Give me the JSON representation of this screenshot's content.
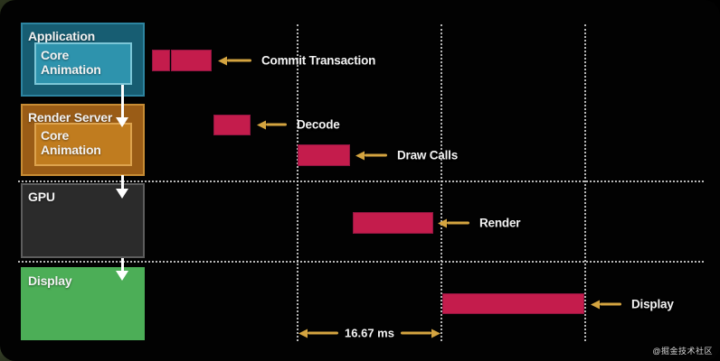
{
  "slide": {
    "watermark": "@掘金技术社区",
    "colors": {
      "background": "#020202",
      "bar": "#c41c4c",
      "annotation_arrow": "#d4a440",
      "gridline": "#d7d7d7",
      "text": "#f2f2f2"
    }
  },
  "stages": [
    {
      "label": "Application",
      "inner_label": "Core Animation",
      "fill": "#175d72",
      "border": "#2d84a0",
      "inner_fill": "#2e93ad",
      "inner_border": "#7cc6d7"
    },
    {
      "label": "Render Server",
      "inner_label": "Core Animation",
      "fill": "#9a5c16",
      "border": "#c78c34",
      "inner_fill": "#c07c1f",
      "inner_border": "#dda34e"
    },
    {
      "label": "GPU",
      "fill": "#2b2b2b",
      "border": "#5d5d5d"
    },
    {
      "label": "Display",
      "fill": "#4cae57",
      "border": "#4cae57"
    }
  ],
  "annotations": [
    {
      "label": "Commit Transaction"
    },
    {
      "label": "Decode"
    },
    {
      "label": "Draw Calls"
    },
    {
      "label": "Render"
    },
    {
      "label": "Display"
    }
  ],
  "interval": {
    "label": "16.67 ms"
  }
}
